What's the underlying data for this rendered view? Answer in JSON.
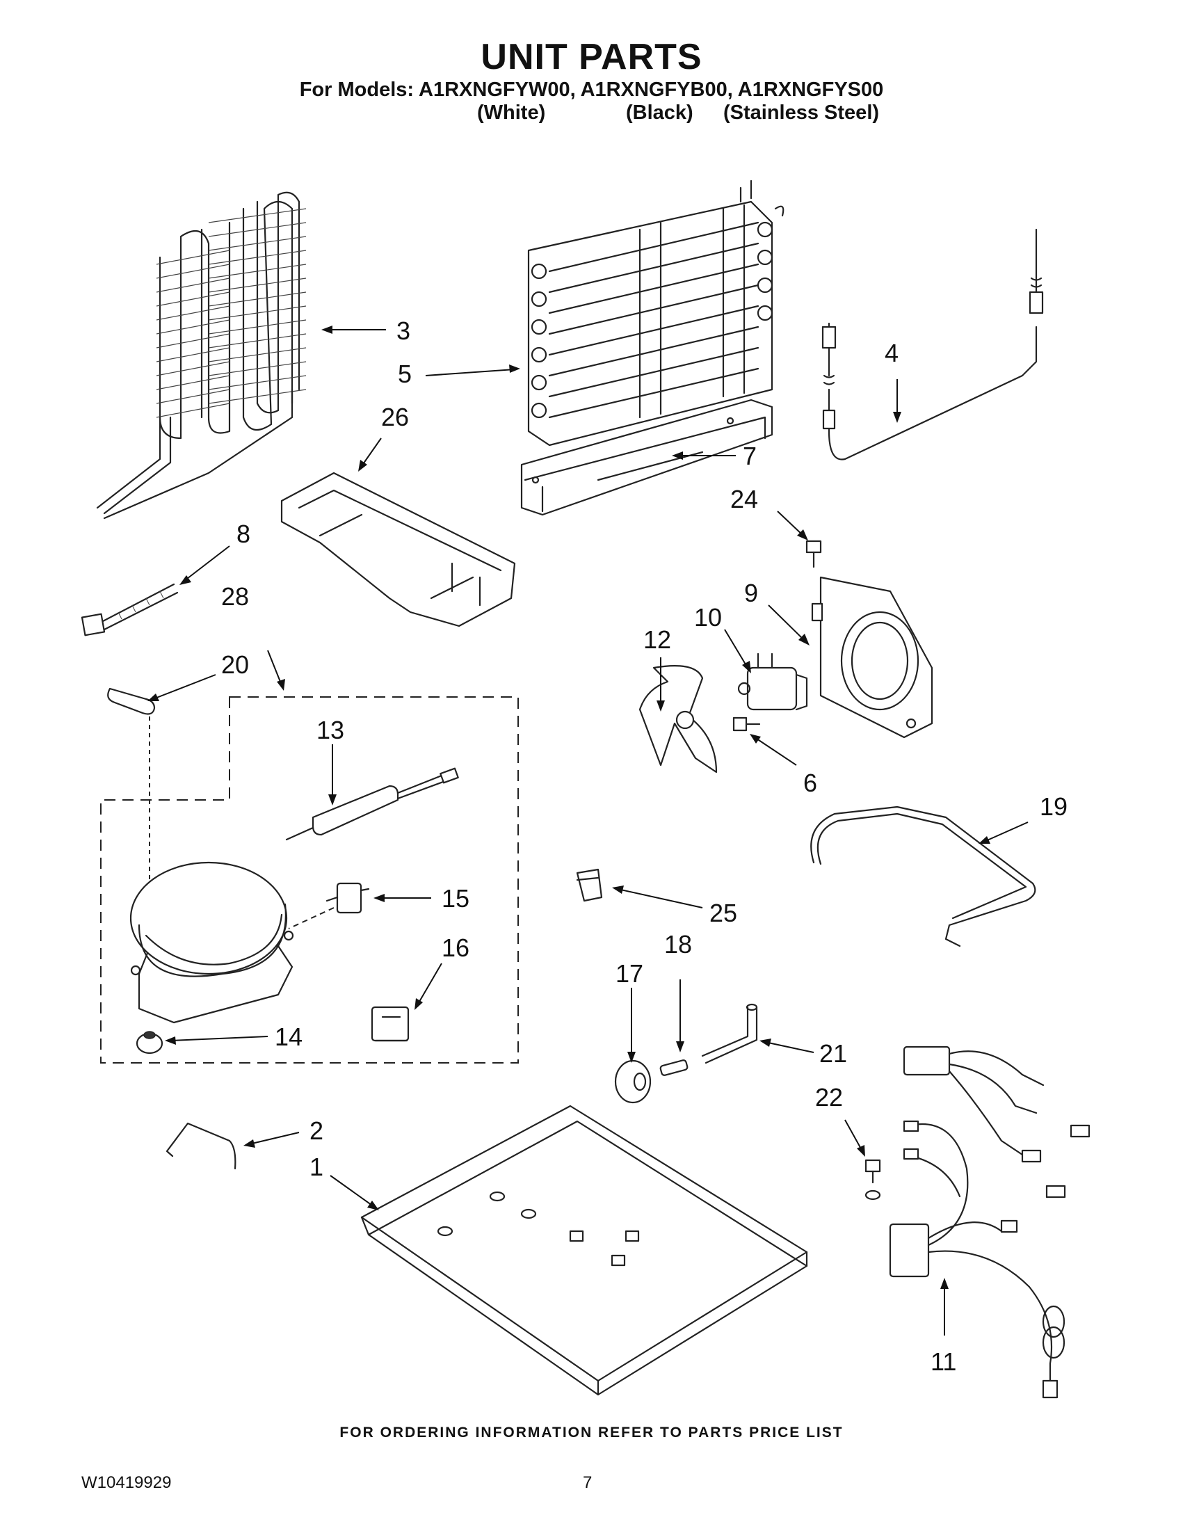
{
  "header": {
    "title": "UNIT PARTS",
    "models_line": "For Models: A1RXNGFYW00, A1RXNGFYB00, A1RXNGFYS00",
    "color_white": "(White)",
    "color_black": "(Black)",
    "color_stainless": "(Stainless Steel)"
  },
  "callouts": {
    "c1": "1",
    "c2": "2",
    "c3": "3",
    "c4": "4",
    "c5": "5",
    "c6": "6",
    "c7": "7",
    "c8": "8",
    "c9": "9",
    "c10": "10",
    "c11": "11",
    "c12": "12",
    "c13": "13",
    "c14": "14",
    "c15": "15",
    "c16": "16",
    "c17": "17",
    "c18": "18",
    "c19": "19",
    "c20": "20",
    "c21": "21",
    "c22": "22",
    "c24": "24",
    "c25": "25",
    "c26": "26",
    "c28": "28"
  },
  "footer": {
    "ordering_note": "FOR ORDERING INFORMATION REFER TO PARTS PRICE LIST",
    "document_number": "W10419929",
    "page_number": "7"
  }
}
